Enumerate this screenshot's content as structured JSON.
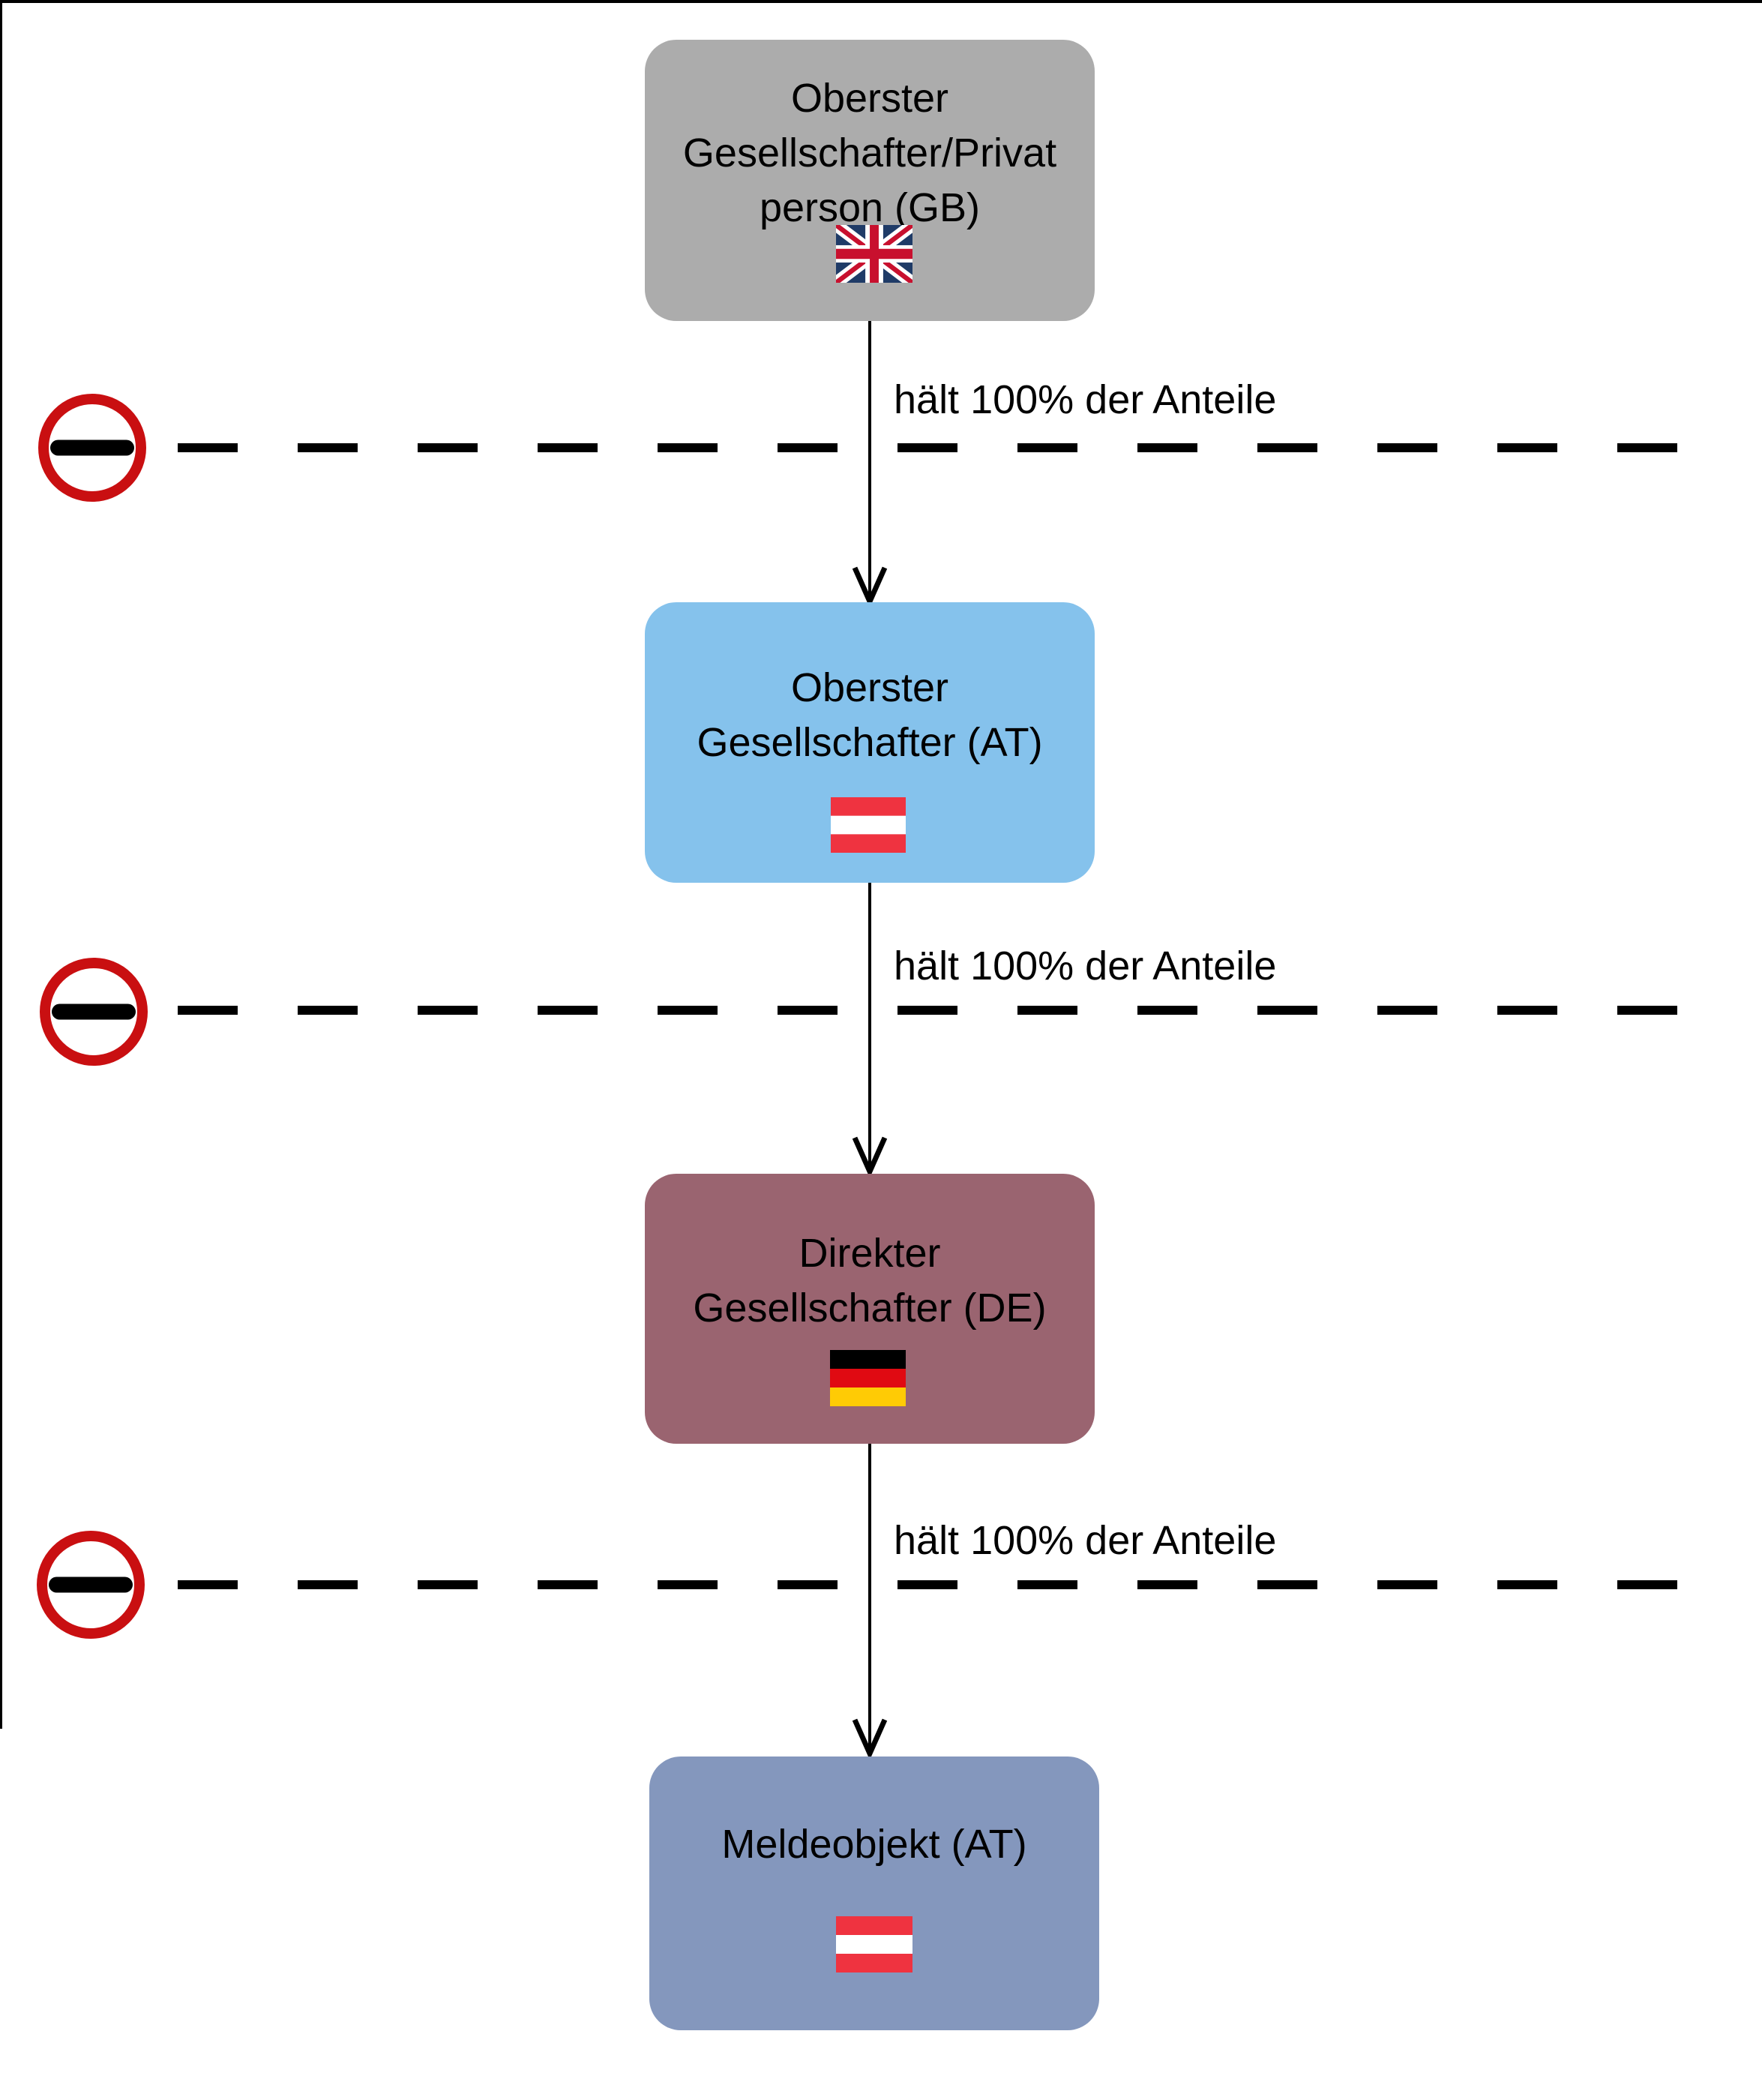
{
  "diagram": {
    "nodes": [
      {
        "lines": [
          "Oberster",
          "Gesellschafter/Privat",
          "person (GB)"
        ],
        "country": "GB",
        "flag": "uk-flag",
        "color": "#ACACAC"
      },
      {
        "lines": [
          "Oberster",
          "Gesellschafter (AT)"
        ],
        "country": "AT",
        "flag": "austria-flag",
        "color": "#85C2EC"
      },
      {
        "lines": [
          "Direkter",
          "Gesellschafter (DE)"
        ],
        "country": "DE",
        "flag": "germany-flag",
        "color": "#9A6470"
      },
      {
        "lines": [
          "Meldeobjekt (AT)"
        ],
        "country": "AT",
        "flag": "austria-flag",
        "color": "#8497BD"
      }
    ],
    "edges": [
      {
        "label": "hält 100% der Anteile"
      },
      {
        "label": "hält 100% der Anteile"
      },
      {
        "label": "hält 100% der Anteile"
      }
    ],
    "no_entry_sign_color": "#C90F11",
    "flag_colors": {
      "uk_blue": "#1F3B67",
      "uk_red": "#C8102E",
      "austria_red": "#EF3340",
      "germany_black": "#000000",
      "germany_red": "#E00A12",
      "germany_gold": "#FFCB05"
    }
  }
}
